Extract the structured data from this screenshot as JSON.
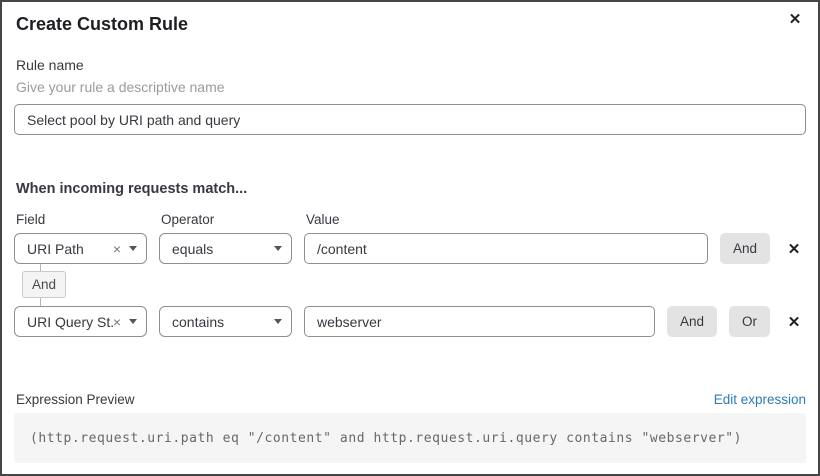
{
  "dialog": {
    "title": "Create Custom Rule"
  },
  "icons": {
    "close": "✕",
    "clear": "×"
  },
  "rule_name": {
    "label": "Rule name",
    "helper": "Give your rule a descriptive name",
    "value": "Select pool by URI path and query"
  },
  "match": {
    "heading": "When incoming requests match...",
    "col_field": "Field",
    "col_operator": "Operator",
    "col_value": "Value",
    "connector": "And",
    "rows": [
      {
        "field": "URI Path",
        "operator": "equals",
        "value": "/content",
        "and_label": "And"
      },
      {
        "field": "URI Query St...",
        "operator": "contains",
        "value": "webserver",
        "and_label": "And",
        "or_label": "Or"
      }
    ]
  },
  "preview": {
    "label": "Expression Preview",
    "edit_link": "Edit expression",
    "expression": "(http.request.uri.path eq \"/content\" and http.request.uri.query contains \"webserver\")"
  },
  "colors": {
    "link_blue": "#2c7cb8",
    "logic_button_bg": "#e3e3e3",
    "connector_badge_bg": "#f4f4f4",
    "code_bg": "#f5f5f5",
    "input_border": "#8f8f8f",
    "frame_border": "#454545"
  }
}
